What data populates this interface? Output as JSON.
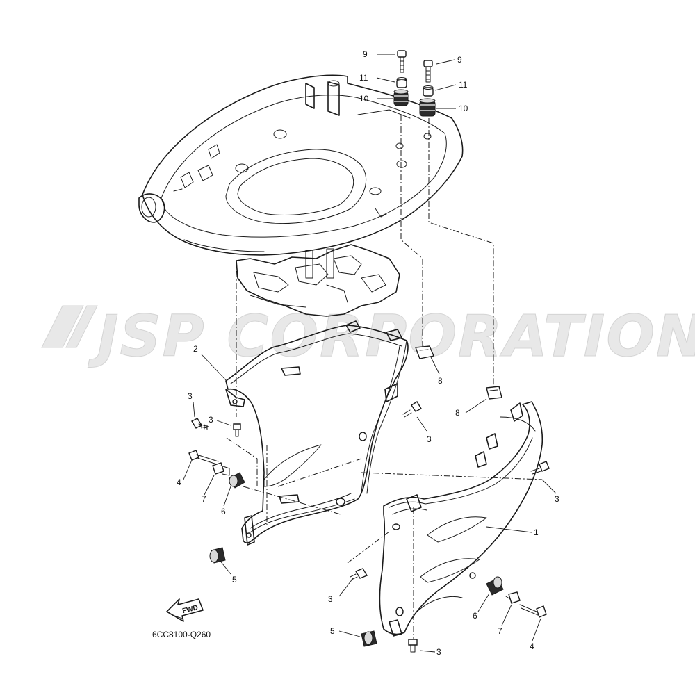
{
  "watermark": {
    "text": "JSP CORPORATION"
  },
  "diagram_code": "6CC8100-Q260",
  "fwd_label": "FWD",
  "callouts": {
    "c9a": "9",
    "c9b": "9",
    "c11a": "11",
    "c11b": "11",
    "c10a": "10",
    "c10b": "10",
    "c2": "2",
    "c3a": "3",
    "c3b": "3",
    "c3c": "3",
    "c3d": "3",
    "c3e": "3",
    "c3f": "3",
    "c4a": "4",
    "c4b": "4",
    "c7a": "7",
    "c7b": "7",
    "c6a": "6",
    "c6b": "6",
    "c5a": "5",
    "c5b": "5",
    "c8a": "8",
    "c8b": "8",
    "c1": "1"
  },
  "colors": {
    "line": "#1a1a1a",
    "watermark": "#e8e8e8",
    "background": "#ffffff"
  }
}
